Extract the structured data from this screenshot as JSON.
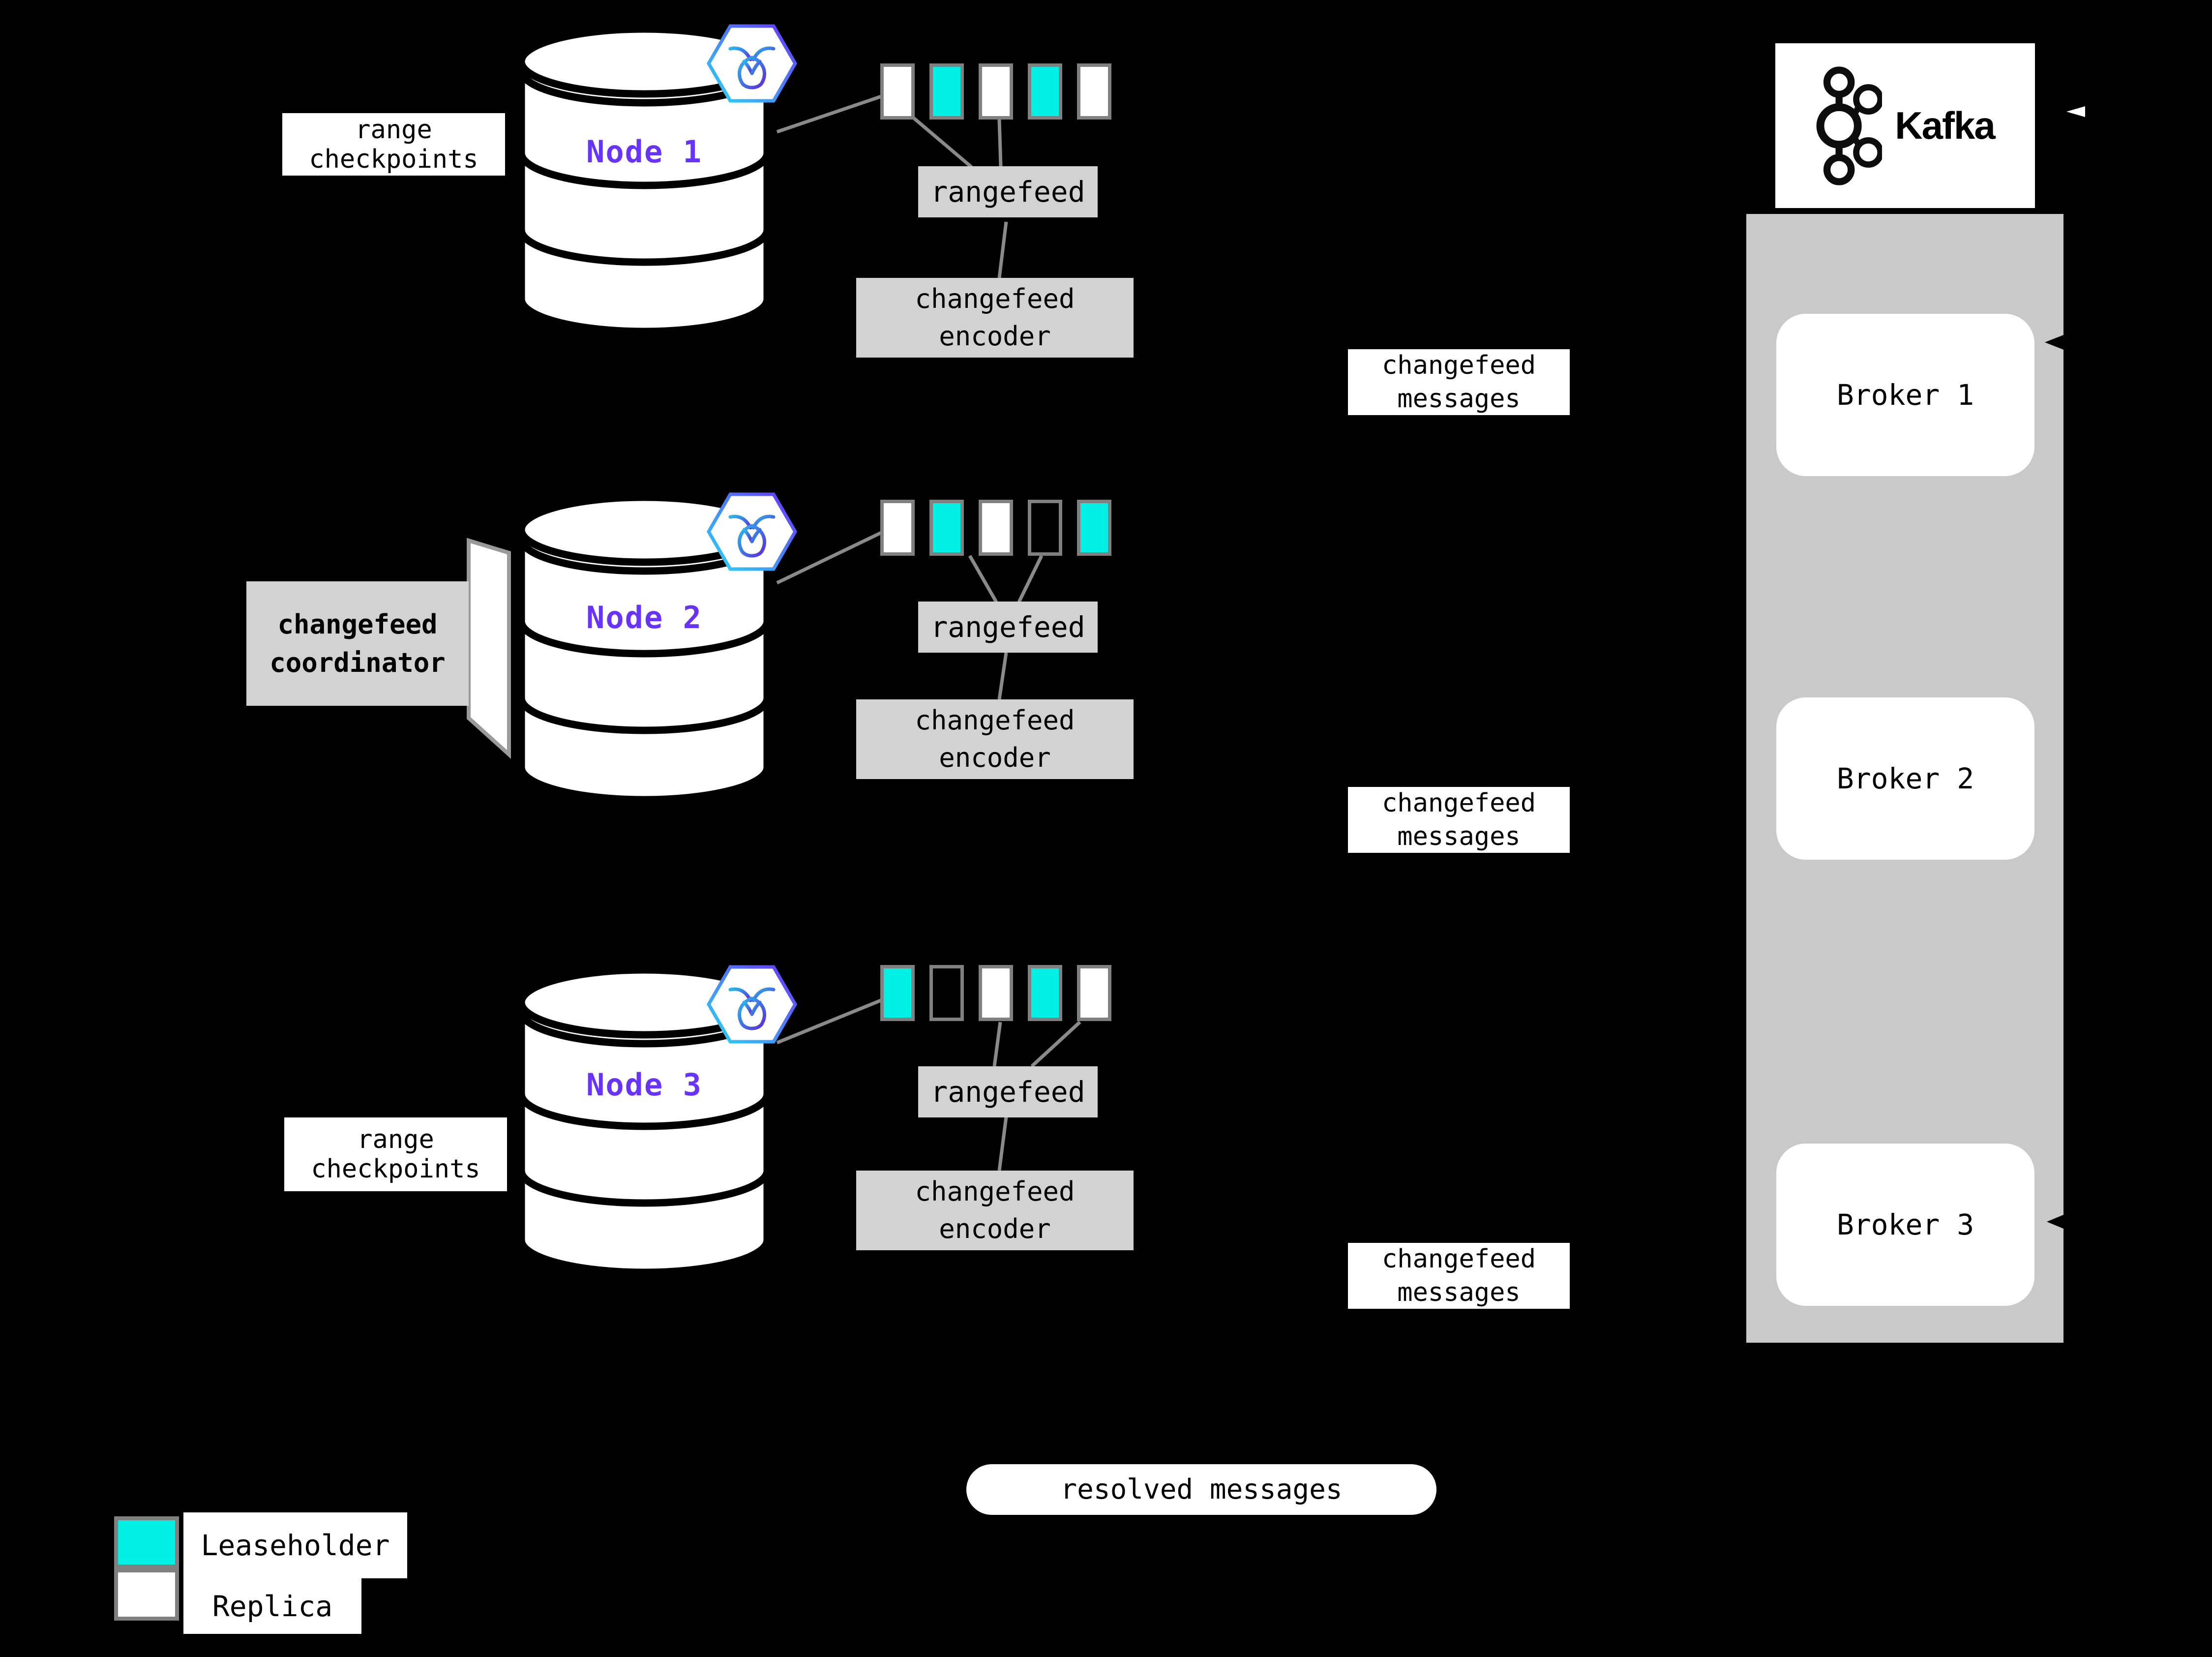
{
  "colors": {
    "background": "#000000",
    "leaseholder": "#00F0E6",
    "replica": "#FFFFFF",
    "accent_purple": "#6933FF",
    "box_gray": "#D2D2D2",
    "container_gray": "#C9C9C9",
    "line_gray": "#8A8A8A",
    "border_gray": "#808080"
  },
  "nodes": [
    {
      "name": "Node 1",
      "rangefeed": "rangefeed",
      "encoder": "changefeed\nencoder",
      "checkpoint_label": "range\ncheckpoints",
      "ranges": [
        "replica",
        "leaseholder",
        "replica",
        "leaseholder",
        "replica"
      ]
    },
    {
      "name": "Node 2",
      "rangefeed": "rangefeed",
      "encoder": "changefeed\nencoder",
      "coordinator_label": "changefeed\ncoordinator",
      "ranges": [
        "replica",
        "leaseholder",
        "replica",
        "empty",
        "leaseholder"
      ]
    },
    {
      "name": "Node 3",
      "rangefeed": "rangefeed",
      "encoder": "changefeed\nencoder",
      "checkpoint_label": "range\ncheckpoints",
      "ranges": [
        "leaseholder",
        "empty",
        "replica",
        "leaseholder",
        "replica"
      ]
    }
  ],
  "messages": {
    "changefeed_1": "changefeed\nmessages",
    "changefeed_2": "changefeed\nmessages",
    "changefeed_3": "changefeed\nmessages",
    "resolved": "resolved messages"
  },
  "kafka": {
    "title": "Kafka",
    "brokers": [
      "Broker 1",
      "Broker 2",
      "Broker 3"
    ]
  },
  "legend": {
    "items": [
      {
        "type": "leaseholder",
        "label": "Leaseholder"
      },
      {
        "type": "replica",
        "label": "Replica"
      }
    ]
  }
}
